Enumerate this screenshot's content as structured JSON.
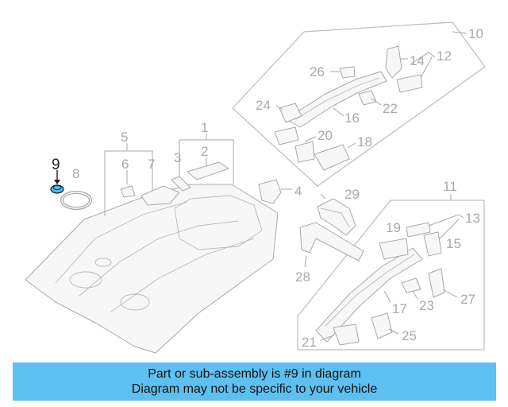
{
  "diagram": {
    "highlight_callout": "9",
    "callouts": [
      "1",
      "2",
      "3",
      "4",
      "5",
      "6",
      "7",
      "8",
      "9",
      "10",
      "11",
      "12",
      "13",
      "14",
      "15",
      "16",
      "17",
      "18",
      "19",
      "20",
      "21",
      "22",
      "23",
      "24",
      "25",
      "26",
      "27",
      "28",
      "29"
    ]
  },
  "colors": {
    "banner_bg": "#5ec0f0",
    "part_line": "#a9a9a9",
    "highlight_part": "#4fb8ee"
  },
  "banner": {
    "line1": "Part or sub-assembly is #9 in diagram",
    "line2": "Diagram may not be specific to your vehicle"
  }
}
